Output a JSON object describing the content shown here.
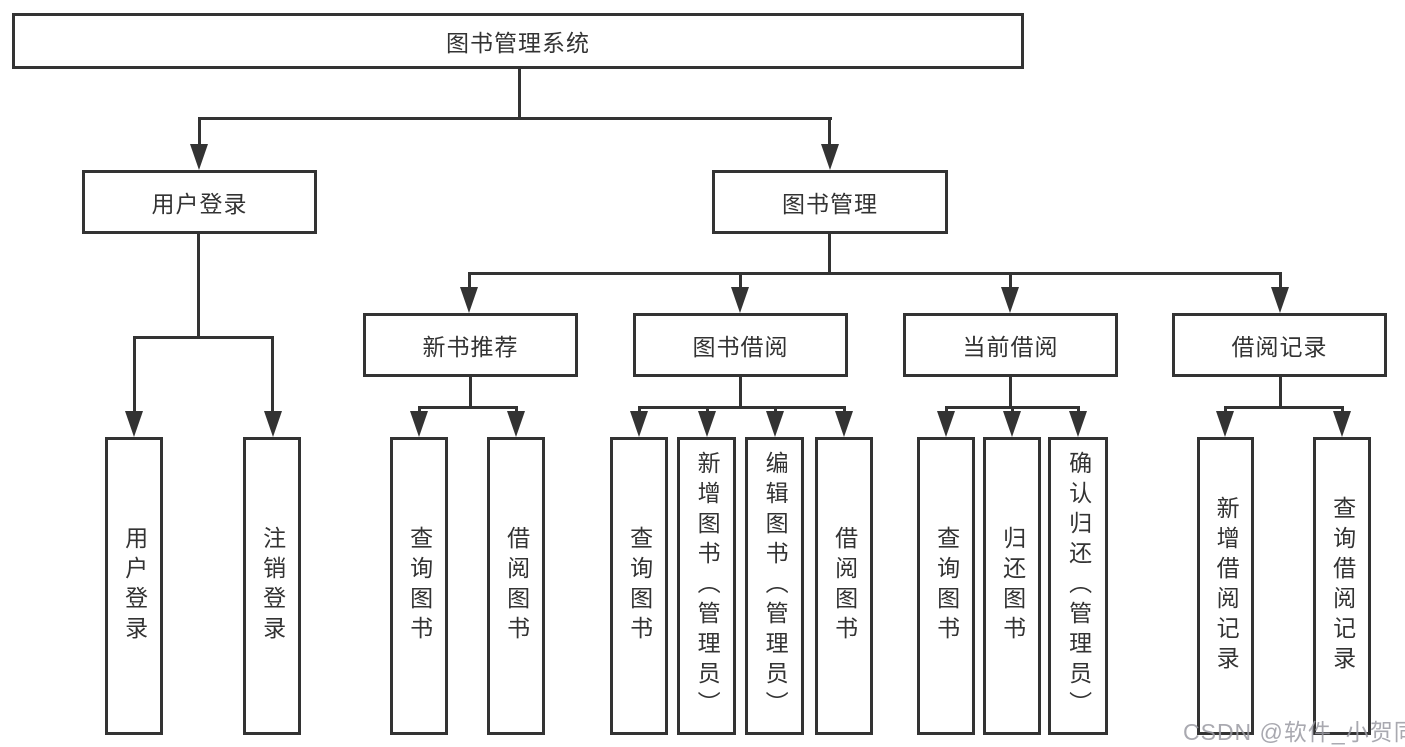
{
  "colors": {
    "line": "#333333",
    "text": "#333333",
    "background": "#ffffff",
    "watermark": "#9b9ba3"
  },
  "watermark": {
    "text": "CSDN @软件_小贺同学"
  },
  "diagram": {
    "type": "hierarchy-tree",
    "root": {
      "label": "图书管理系统"
    },
    "branches": [
      {
        "label": "用户登录",
        "children": [
          {
            "label": "用户登录"
          },
          {
            "label": "注销登录"
          }
        ]
      },
      {
        "label": "图书管理",
        "children": [
          {
            "label": "新书推荐",
            "children": [
              {
                "label": "查询图书"
              },
              {
                "label": "借阅图书"
              }
            ]
          },
          {
            "label": "图书借阅",
            "children": [
              {
                "label": "查询图书"
              },
              {
                "label": "新增图书（管理员）"
              },
              {
                "label": "编辑图书（管理员）"
              },
              {
                "label": "借阅图书"
              }
            ]
          },
          {
            "label": "当前借阅",
            "children": [
              {
                "label": "查询图书"
              },
              {
                "label": "归还图书"
              },
              {
                "label": "确认归还（管理员）"
              }
            ]
          },
          {
            "label": "借阅记录",
            "children": [
              {
                "label": "新增借阅记录"
              },
              {
                "label": "查询借阅记录"
              }
            ]
          }
        ]
      }
    ]
  }
}
